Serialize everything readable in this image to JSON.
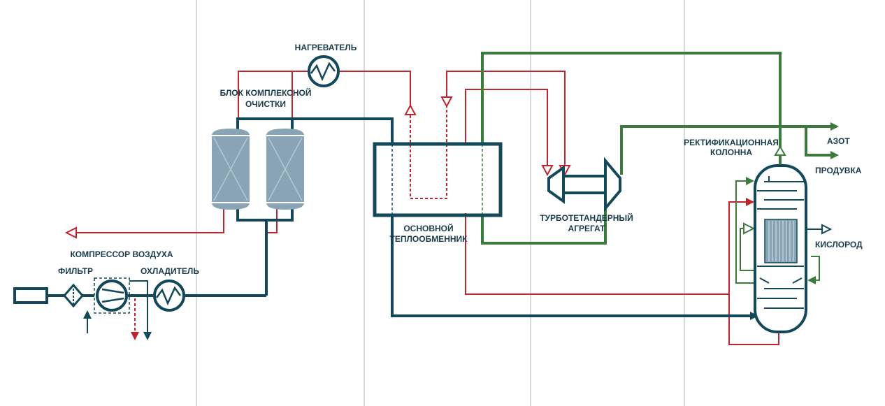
{
  "labels": {
    "heater": "НАГРЕВАТЕЛЬ",
    "purification_line1": "БЛОК КОМПЛЕКСНОЙ",
    "purification_line2": "ОЧИСТКИ",
    "compressor": "КОМПРЕССОР ВОЗДУХА",
    "filter": "ФИЛЬТР",
    "cooler": "ОХЛАДИТЕЛЬ",
    "main_hx_line1": "ОСНОВНОЙ",
    "main_hx_line2": "ТЕПЛООБМЕННИК",
    "turbo_line1": "ТУРБОТЕТАНДЕРНЫЙ",
    "turbo_line2": "АГРЕГАТ",
    "column_line1": "РЕКТИФИКАЦИОННАЯ",
    "column_line2": "КОЛОННА",
    "nitrogen": "АЗОТ",
    "purge": "ПРОДУВКА",
    "oxygen": "КИСЛОРОД"
  },
  "colors": {
    "main": "#13485a",
    "hot": "#c0242f",
    "green": "#3d7a3e",
    "vessel": "#88a4b5",
    "grid": "#d6dde0",
    "text": "#183c4c"
  },
  "icons": [
    "heat-exchanger-icon",
    "compressor-icon",
    "filter-icon",
    "adsorber-icon",
    "turbo-expander-icon",
    "distillation-column-icon"
  ]
}
